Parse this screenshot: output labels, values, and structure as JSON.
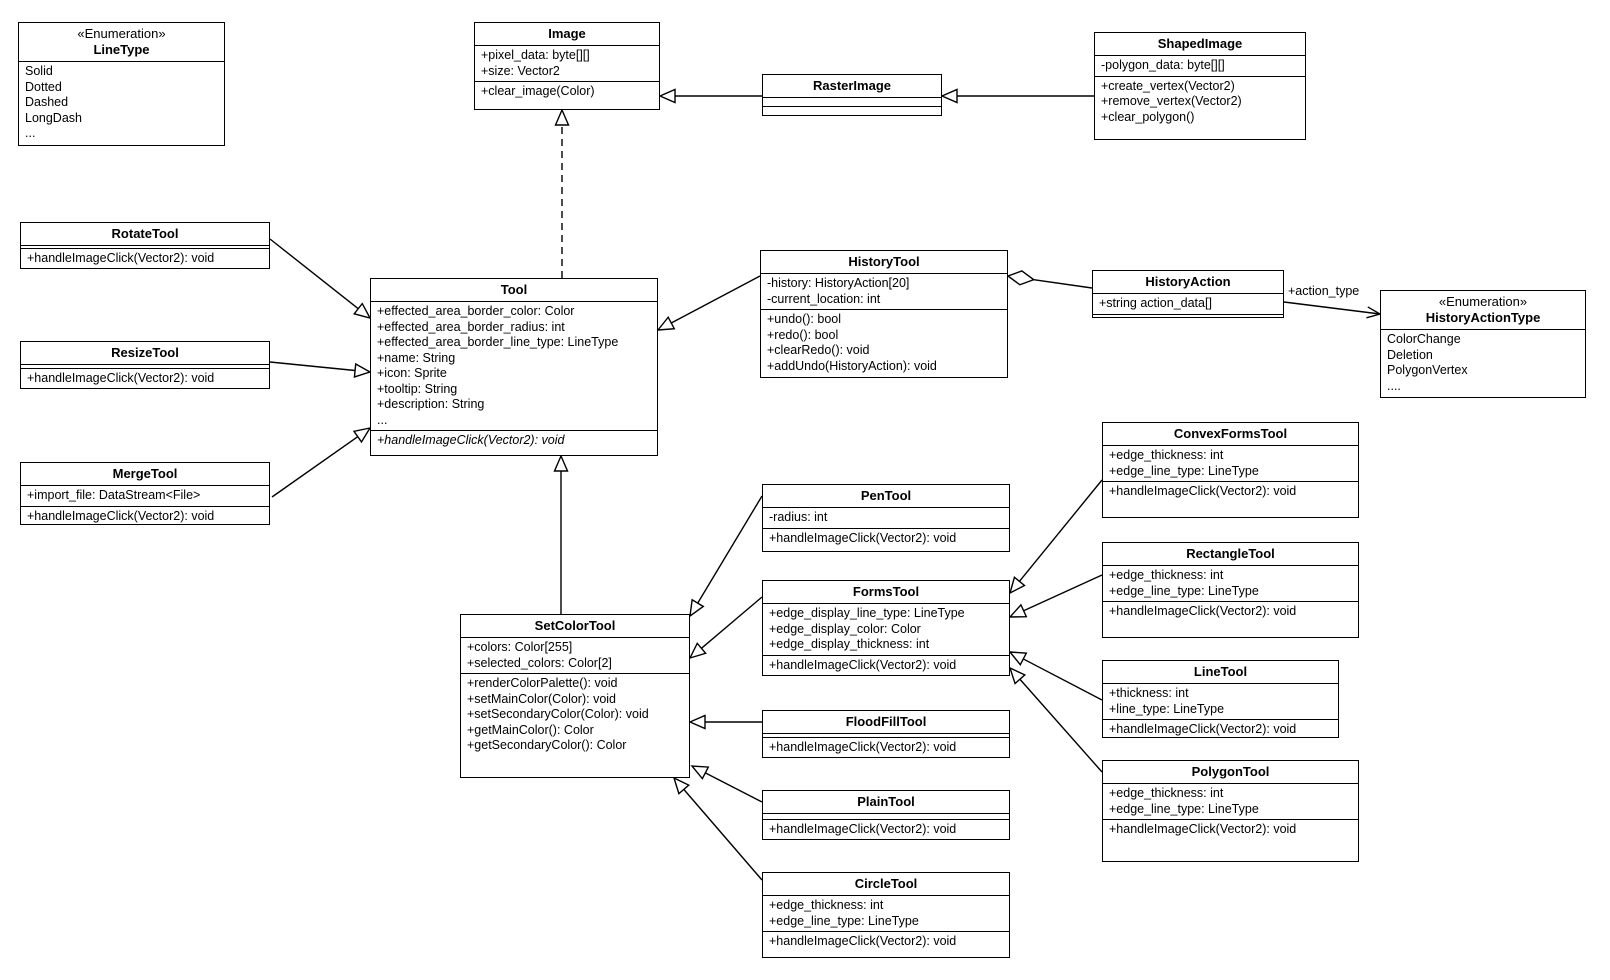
{
  "diagram": {
    "kind": "UML class diagram",
    "colors": {
      "line": "#000000",
      "background": "#ffffff",
      "text": "#000000"
    }
  },
  "classes": [
    {
      "id": "lineType",
      "stereotype": "«Enumeration»",
      "name": "LineType",
      "attributes": [],
      "methods": [],
      "literals": [
        "Solid",
        "Dotted",
        "Dashed",
        "LongDash",
        "..."
      ]
    },
    {
      "id": "image",
      "name": "Image",
      "attributes": [
        "+pixel_data: byte[][]",
        "+size: Vector2"
      ],
      "methods": [
        "+clear_image(Color)"
      ],
      "literals": []
    },
    {
      "id": "rasterImage",
      "name": "RasterImage",
      "attributes": [],
      "methods": [],
      "literals": []
    },
    {
      "id": "shapedImage",
      "name": "ShapedImage",
      "attributes": [
        "-polygon_data: byte[][]"
      ],
      "methods": [
        "+create_vertex(Vector2)",
        "+remove_vertex(Vector2)",
        "+clear_polygon()"
      ],
      "literals": []
    },
    {
      "id": "rotateTool",
      "name": "RotateTool",
      "attributes": [],
      "methods": [
        "+handleImageClick(Vector2): void"
      ],
      "literals": []
    },
    {
      "id": "resizeTool",
      "name": "ResizeTool",
      "attributes": [],
      "methods": [
        "+handleImageClick(Vector2): void"
      ],
      "literals": []
    },
    {
      "id": "mergeTool",
      "name": "MergeTool",
      "attributes": [
        "+import_file: DataStream<File>"
      ],
      "methods": [
        "+handleImageClick(Vector2): void"
      ],
      "literals": []
    },
    {
      "id": "tool",
      "name": "Tool",
      "attributes": [
        "+effected_area_border_color: Color",
        "+effected_area_border_radius: int",
        "+effected_area_border_line_type: LineType",
        "+name: String",
        "+icon: Sprite",
        "+tooltip: String",
        "+description: String",
        "..."
      ],
      "methods": [
        "+handleImageClick(Vector2): void"
      ],
      "methods_abstract": true,
      "literals": []
    },
    {
      "id": "historyTool",
      "name": "HistoryTool",
      "attributes": [
        "-history: HistoryAction[20]",
        "-current_location: int"
      ],
      "methods": [
        "+undo(): bool",
        "+redo(): bool",
        "+clearRedo(): void",
        "+addUndo(HistoryAction): void"
      ],
      "literals": []
    },
    {
      "id": "historyAction",
      "name": "HistoryAction",
      "attributes": [
        "+string action_data[]"
      ],
      "methods": [],
      "literals": []
    },
    {
      "id": "historyActionType",
      "stereotype": "«Enumeration»",
      "name": "HistoryActionType",
      "attributes": [],
      "methods": [],
      "literals": [
        "ColorChange",
        "Deletion",
        "PolygonVertex",
        "...."
      ]
    },
    {
      "id": "penTool",
      "name": "PenTool",
      "attributes": [
        "-radius: int"
      ],
      "methods": [
        "+handleImageClick(Vector2): void"
      ],
      "literals": []
    },
    {
      "id": "formsTool",
      "name": "FormsTool",
      "attributes": [
        "+edge_display_line_type: LineType",
        "+edge_display_color: Color",
        "+edge_display_thickness: int"
      ],
      "methods": [
        "+handleImageClick(Vector2): void"
      ],
      "literals": []
    },
    {
      "id": "setColorTool",
      "name": "SetColorTool",
      "attributes": [
        "+colors: Color[255]",
        "+selected_colors: Color[2]"
      ],
      "methods": [
        "+renderColorPalette(): void",
        "+setMainColor(Color): void",
        "+setSecondaryColor(Color): void",
        "+getMainColor(): Color",
        "+getSecondaryColor(): Color"
      ],
      "literals": []
    },
    {
      "id": "floodFillTool",
      "name": "FloodFillTool",
      "attributes": [],
      "methods": [
        "+handleImageClick(Vector2): void"
      ],
      "literals": []
    },
    {
      "id": "plainTool",
      "name": "PlainTool",
      "attributes": [],
      "methods": [
        "+handleImageClick(Vector2): void"
      ],
      "literals": []
    },
    {
      "id": "circleTool",
      "name": "CircleTool",
      "attributes": [
        "+edge_thickness: int",
        "+edge_line_type: LineType"
      ],
      "methods": [
        "+handleImageClick(Vector2): void"
      ],
      "literals": []
    },
    {
      "id": "convexFormsTool",
      "name": "ConvexFormsTool",
      "attributes": [
        "+edge_thickness: int",
        "+edge_line_type: LineType"
      ],
      "methods": [
        "+handleImageClick(Vector2): void"
      ],
      "literals": []
    },
    {
      "id": "rectangleTool",
      "name": "RectangleTool",
      "attributes": [
        "+edge_thickness: int",
        "+edge_line_type: LineType"
      ],
      "methods": [
        "+handleImageClick(Vector2): void"
      ],
      "literals": []
    },
    {
      "id": "lineTool",
      "name": "LineTool",
      "attributes": [
        "+thickness: int",
        "+line_type: LineType"
      ],
      "methods": [
        "+handleImageClick(Vector2): void"
      ],
      "literals": []
    },
    {
      "id": "polygonTool",
      "name": "PolygonTool",
      "attributes": [
        "+edge_thickness: int",
        "+edge_line_type: LineType"
      ],
      "methods": [
        "+handleImageClick(Vector2): void"
      ],
      "literals": []
    }
  ],
  "relationships": [
    {
      "id": "rasterimage-extends-image",
      "type": "generalization",
      "from": "RasterImage",
      "to": "Image"
    },
    {
      "id": "shapedimage-extends-rasterimage",
      "type": "generalization",
      "from": "ShapedImage",
      "to": "RasterImage"
    },
    {
      "id": "tool-realizes-image",
      "type": "realization",
      "from": "Tool",
      "to": "Image"
    },
    {
      "id": "rotatetool-extends-tool",
      "type": "generalization",
      "from": "RotateTool",
      "to": "Tool"
    },
    {
      "id": "resizetool-extends-tool",
      "type": "generalization",
      "from": "ResizeTool",
      "to": "Tool"
    },
    {
      "id": "mergetool-extends-tool",
      "type": "generalization",
      "from": "MergeTool",
      "to": "Tool"
    },
    {
      "id": "historytool-extends-tool",
      "type": "generalization",
      "from": "HistoryTool",
      "to": "Tool"
    },
    {
      "id": "setcolortool-extends-tool",
      "type": "generalization",
      "from": "SetColorTool",
      "to": "Tool"
    },
    {
      "id": "pentool-extends-setcolortool",
      "type": "generalization",
      "from": "PenTool",
      "to": "SetColorTool"
    },
    {
      "id": "formstool-extends-setcolortool",
      "type": "generalization",
      "from": "FormsTool",
      "to": "SetColorTool"
    },
    {
      "id": "floodfilltool-extends-setcolortool",
      "type": "generalization",
      "from": "FloodFillTool",
      "to": "SetColorTool"
    },
    {
      "id": "plaintool-extends-setcolortool",
      "type": "generalization",
      "from": "PlainTool",
      "to": "SetColorTool"
    },
    {
      "id": "circletool-extends-setcolortool",
      "type": "generalization",
      "from": "CircleTool",
      "to": "SetColorTool"
    },
    {
      "id": "convexformstool-extends-formstool",
      "type": "generalization",
      "from": "ConvexFormsTool",
      "to": "FormsTool"
    },
    {
      "id": "rectangletool-extends-formstool",
      "type": "generalization",
      "from": "RectangleTool",
      "to": "FormsTool"
    },
    {
      "id": "linetool-extends-formstool",
      "type": "generalization",
      "from": "LineTool",
      "to": "FormsTool"
    },
    {
      "id": "polygontool-extends-formstool",
      "type": "generalization",
      "from": "PolygonTool",
      "to": "FormsTool"
    },
    {
      "id": "historytool-aggregates-historyaction",
      "type": "aggregation",
      "from": "HistoryTool",
      "to": "HistoryAction"
    },
    {
      "id": "historyaction-to-historyactiontype",
      "type": "directed-association",
      "from": "HistoryAction",
      "to": "HistoryActionType",
      "label": "+action_type"
    }
  ]
}
